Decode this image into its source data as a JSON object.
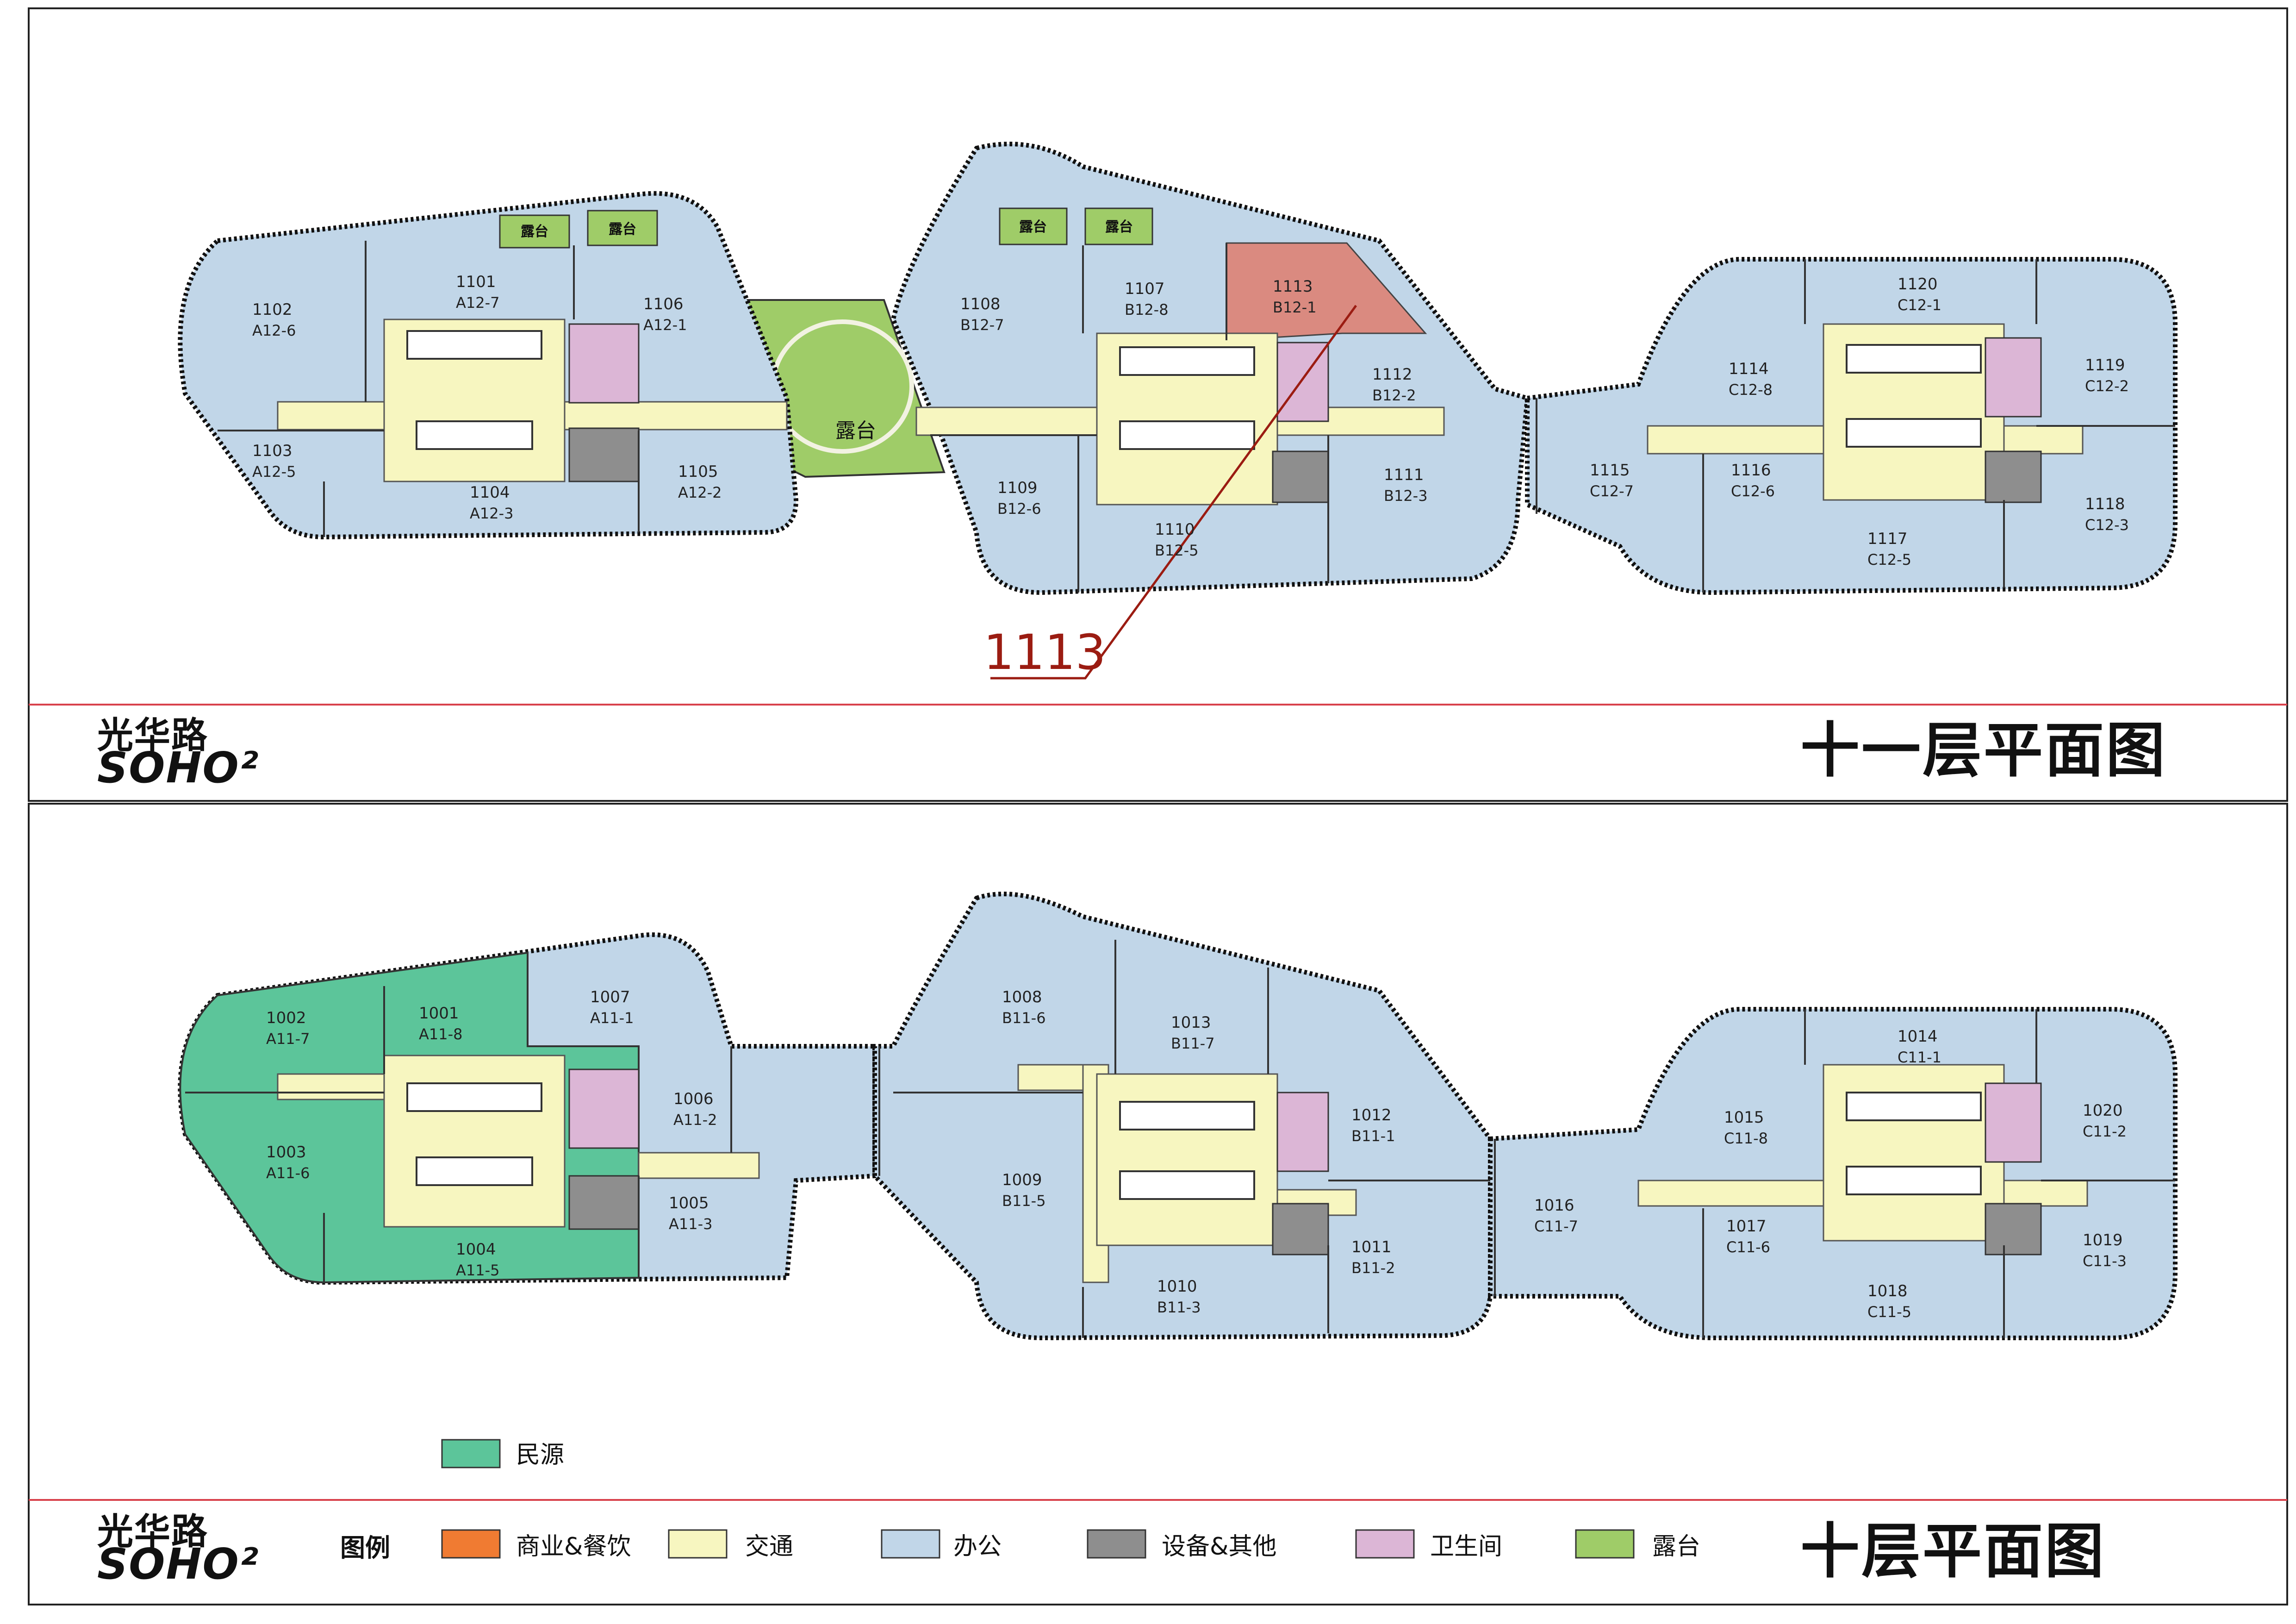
{
  "colors": {
    "commercial": "#f07b32",
    "circulation": "#f7f6c0",
    "office": "#c1d6e8",
    "equipment": "#8e8e8e",
    "restroom": "#dcb6d6",
    "terrace": "#9fcc68",
    "minyuan": "#5cc59a",
    "highlight": "#da8a80",
    "divider": "#d8414b",
    "callout": "#9b1c12"
  },
  "logo": {
    "line1": "光华路",
    "line2": "SOHO²"
  },
  "floor11": {
    "title": "十一层平面图",
    "callout": "1113",
    "terrace_label": "露台",
    "plaza_label": "露台",
    "units": [
      {
        "no": "1101",
        "code": "A12-7"
      },
      {
        "no": "1102",
        "code": "A12-6"
      },
      {
        "no": "1103",
        "code": "A12-5"
      },
      {
        "no": "1104",
        "code": "A12-3"
      },
      {
        "no": "1105",
        "code": "A12-2"
      },
      {
        "no": "1106",
        "code": "A12-1"
      },
      {
        "no": "1107",
        "code": "B12-8"
      },
      {
        "no": "1108",
        "code": "B12-7"
      },
      {
        "no": "1109",
        "code": "B12-6"
      },
      {
        "no": "1110",
        "code": "B12-5"
      },
      {
        "no": "1111",
        "code": "B12-3"
      },
      {
        "no": "1112",
        "code": "B12-2"
      },
      {
        "no": "1113",
        "code": "B12-1"
      },
      {
        "no": "1114",
        "code": "C12-8"
      },
      {
        "no": "1115",
        "code": "C12-7"
      },
      {
        "no": "1116",
        "code": "C12-6"
      },
      {
        "no": "1117",
        "code": "C12-5"
      },
      {
        "no": "1118",
        "code": "C12-3"
      },
      {
        "no": "1119",
        "code": "C12-2"
      },
      {
        "no": "1120",
        "code": "C12-1"
      }
    ]
  },
  "floor10": {
    "title": "十层平面图",
    "minyuan_label": "民源",
    "units": [
      {
        "no": "1001",
        "code": "A11-8"
      },
      {
        "no": "1002",
        "code": "A11-7"
      },
      {
        "no": "1003",
        "code": "A11-6"
      },
      {
        "no": "1004",
        "code": "A11-5"
      },
      {
        "no": "1005",
        "code": "A11-3"
      },
      {
        "no": "1006",
        "code": "A11-2"
      },
      {
        "no": "1007",
        "code": "A11-1"
      },
      {
        "no": "1008",
        "code": "B11-6"
      },
      {
        "no": "1009",
        "code": "B11-5"
      },
      {
        "no": "1010",
        "code": "B11-3"
      },
      {
        "no": "1011",
        "code": "B11-2"
      },
      {
        "no": "1012",
        "code": "B11-1"
      },
      {
        "no": "1013",
        "code": "B11-7"
      },
      {
        "no": "1014",
        "code": "C11-1"
      },
      {
        "no": "1015",
        "code": "C11-8"
      },
      {
        "no": "1016",
        "code": "C11-7"
      },
      {
        "no": "1017",
        "code": "C11-6"
      },
      {
        "no": "1018",
        "code": "C11-5"
      },
      {
        "no": "1019",
        "code": "C11-3"
      },
      {
        "no": "1020",
        "code": "C11-2"
      }
    ]
  },
  "legend": {
    "title": "图例",
    "items": [
      {
        "label": "商业&餐饮"
      },
      {
        "label": "交通"
      },
      {
        "label": "办公"
      },
      {
        "label": "设备&其他"
      },
      {
        "label": "卫生间"
      },
      {
        "label": "露台"
      }
    ]
  }
}
